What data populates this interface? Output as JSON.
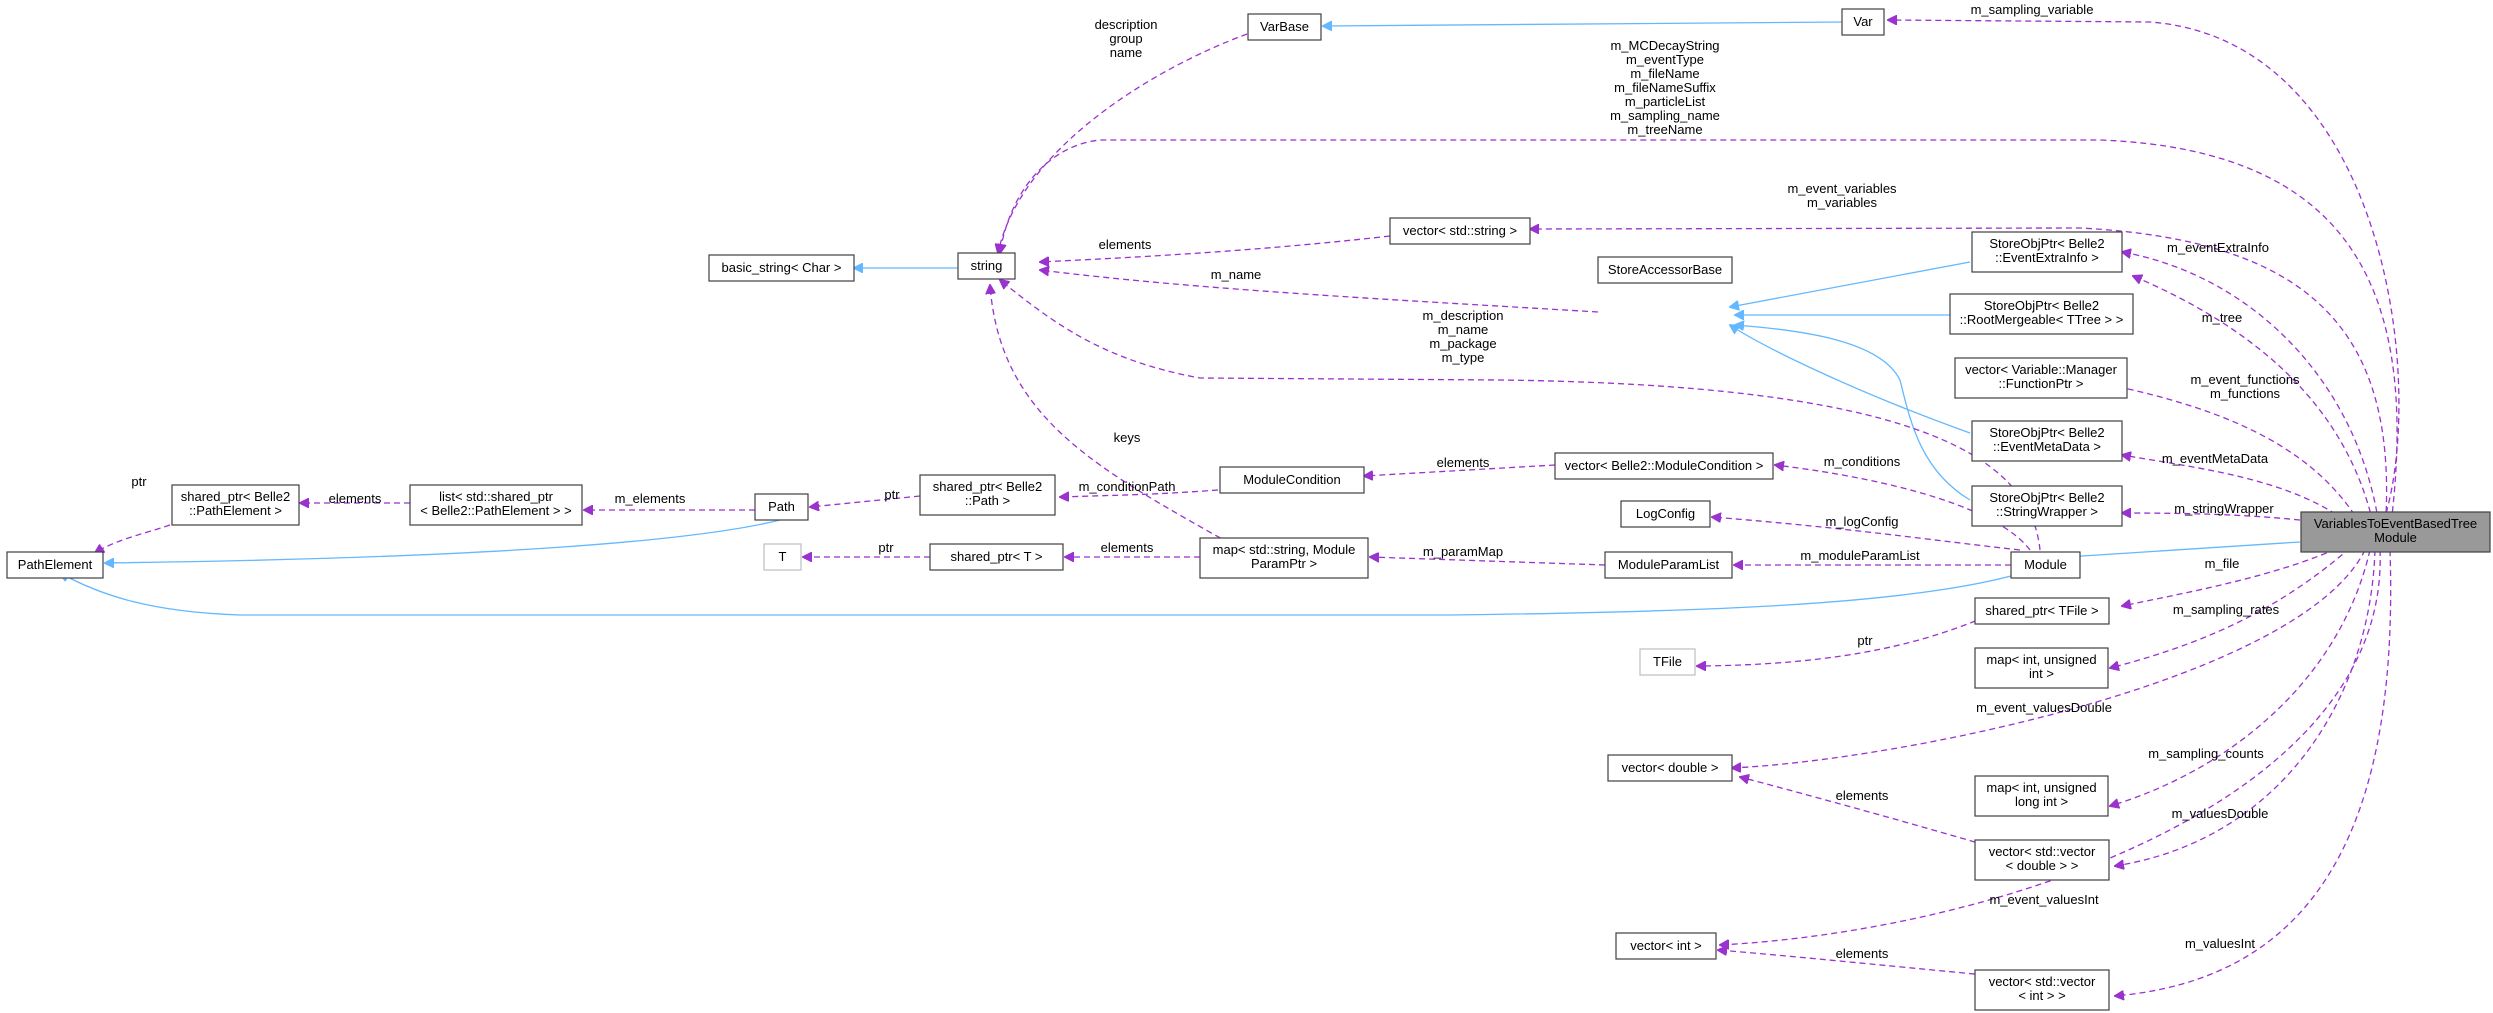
{
  "nodes": {
    "varsToEventBasedTreeModule": [
      "VariablesToEventBasedTree",
      "Module"
    ],
    "module": [
      "Module"
    ],
    "pathElement": [
      "PathElement"
    ],
    "var": [
      "Var"
    ],
    "varBase": [
      "VarBase"
    ],
    "string": [
      "string"
    ],
    "basicString": [
      "basic_string< Char >"
    ],
    "vectorString": [
      "vector< std::string >"
    ],
    "storeAccessorBase": [
      "StoreAccessorBase"
    ],
    "storeObjEventExtraInfo": [
      "StoreObjPtr< Belle2",
      "::EventExtraInfo >"
    ],
    "storeObjRootMergeable": [
      "StoreObjPtr< Belle2",
      "::RootMergeable< TTree > >"
    ],
    "vectorFunctionPtr": [
      "vector< Variable::Manager",
      "::FunctionPtr >"
    ],
    "storeObjEventMetaData": [
      "StoreObjPtr< Belle2",
      "::EventMetaData >"
    ],
    "storeObjStringWrapper": [
      "StoreObjPtr< Belle2",
      "::StringWrapper >"
    ],
    "sharedPtrTFile": [
      "shared_ptr< TFile >"
    ],
    "tfile": [
      "TFile"
    ],
    "mapIntUnsignedInt": [
      "map< int, unsigned",
      "int >"
    ],
    "vectorDouble": [
      "vector< double >"
    ],
    "mapIntUnsignedLongInt": [
      "map< int, unsigned",
      "long int >"
    ],
    "vectorVectorDouble": [
      "vector< std::vector",
      "< double > >"
    ],
    "vectorInt": [
      "vector< int >"
    ],
    "vectorVectorInt": [
      "vector< std::vector",
      "< int > >"
    ],
    "logConfig": [
      "LogConfig"
    ],
    "moduleParamList": [
      "ModuleParamList"
    ],
    "vectorModuleCondition": [
      "vector< Belle2::ModuleCondition >"
    ],
    "moduleCondition": [
      "ModuleCondition"
    ],
    "mapStringModuleParamPtr": [
      "map< std::string, Module",
      "ParamPtr >"
    ],
    "sharedPtrPath": [
      "shared_ptr< Belle2",
      "::Path >"
    ],
    "sharedPtrT": [
      "shared_ptr< T >"
    ],
    "t": [
      "T"
    ],
    "path": [
      "Path"
    ],
    "listSharedPtrPathElement": [
      "list< std::shared_ptr",
      "< Belle2::PathElement > >"
    ],
    "sharedPtrPathElement": [
      "shared_ptr< Belle2",
      "::PathElement >"
    ]
  },
  "edge_labels": {
    "m_sampling_variable": [
      "m_sampling_variable"
    ],
    "description_group_name": [
      "description",
      "group",
      "name"
    ],
    "m_strings": [
      "m_MCDecayString",
      "m_eventType",
      "m_fileName",
      "m_fileNameSuffix",
      "m_particleList",
      "m_sampling_name",
      "m_treeName"
    ],
    "m_event_variables": [
      "m_event_variables",
      "m_variables"
    ],
    "elements_vectorString": [
      "elements"
    ],
    "m_name": [
      "m_name"
    ],
    "m_eventExtraInfo": [
      "m_eventExtraInfo"
    ],
    "m_tree": [
      "m_tree"
    ],
    "m_description": [
      "m_description",
      "m_name",
      "m_package",
      "m_type"
    ],
    "m_event_functions": [
      "m_event_functions",
      "m_functions"
    ],
    "keys": [
      "keys"
    ],
    "m_eventMetaData": [
      "m_eventMetaData"
    ],
    "elements_moduleCondition": [
      "elements"
    ],
    "m_conditions": [
      "m_conditions"
    ],
    "m_conditionPath": [
      "m_conditionPath"
    ],
    "ptr_path": [
      "ptr"
    ],
    "m_stringWrapper": [
      "m_stringWrapper"
    ],
    "m_logConfig": [
      "m_logConfig"
    ],
    "m_elements": [
      "m_elements"
    ],
    "elements_pathElement": [
      "elements"
    ],
    "ptr_pathElement": [
      "ptr"
    ],
    "ptr_t": [
      "ptr"
    ],
    "elements_paramPtr": [
      "elements"
    ],
    "m_paramMap": [
      "m_paramMap"
    ],
    "m_moduleParamList": [
      "m_moduleParamList"
    ],
    "m_file": [
      "m_file"
    ],
    "ptr_tfile": [
      "ptr"
    ],
    "m_sampling_rates": [
      "m_sampling_rates"
    ],
    "m_event_valuesDouble": [
      "m_event_valuesDouble"
    ],
    "m_sampling_counts": [
      "m_sampling_counts"
    ],
    "elements_double": [
      "elements"
    ],
    "m_valuesDouble": [
      "m_valuesDouble"
    ],
    "m_event_valuesInt": [
      "m_event_valuesInt"
    ],
    "elements_int": [
      "elements"
    ],
    "m_valuesInt": [
      "m_valuesInt"
    ]
  },
  "colors": {
    "inheritance": "#63b8ff",
    "usage": "#9a32cd",
    "main_node_fill": "#999999",
    "node_border": "#404040",
    "external_node_border": "#bfbfbf"
  }
}
